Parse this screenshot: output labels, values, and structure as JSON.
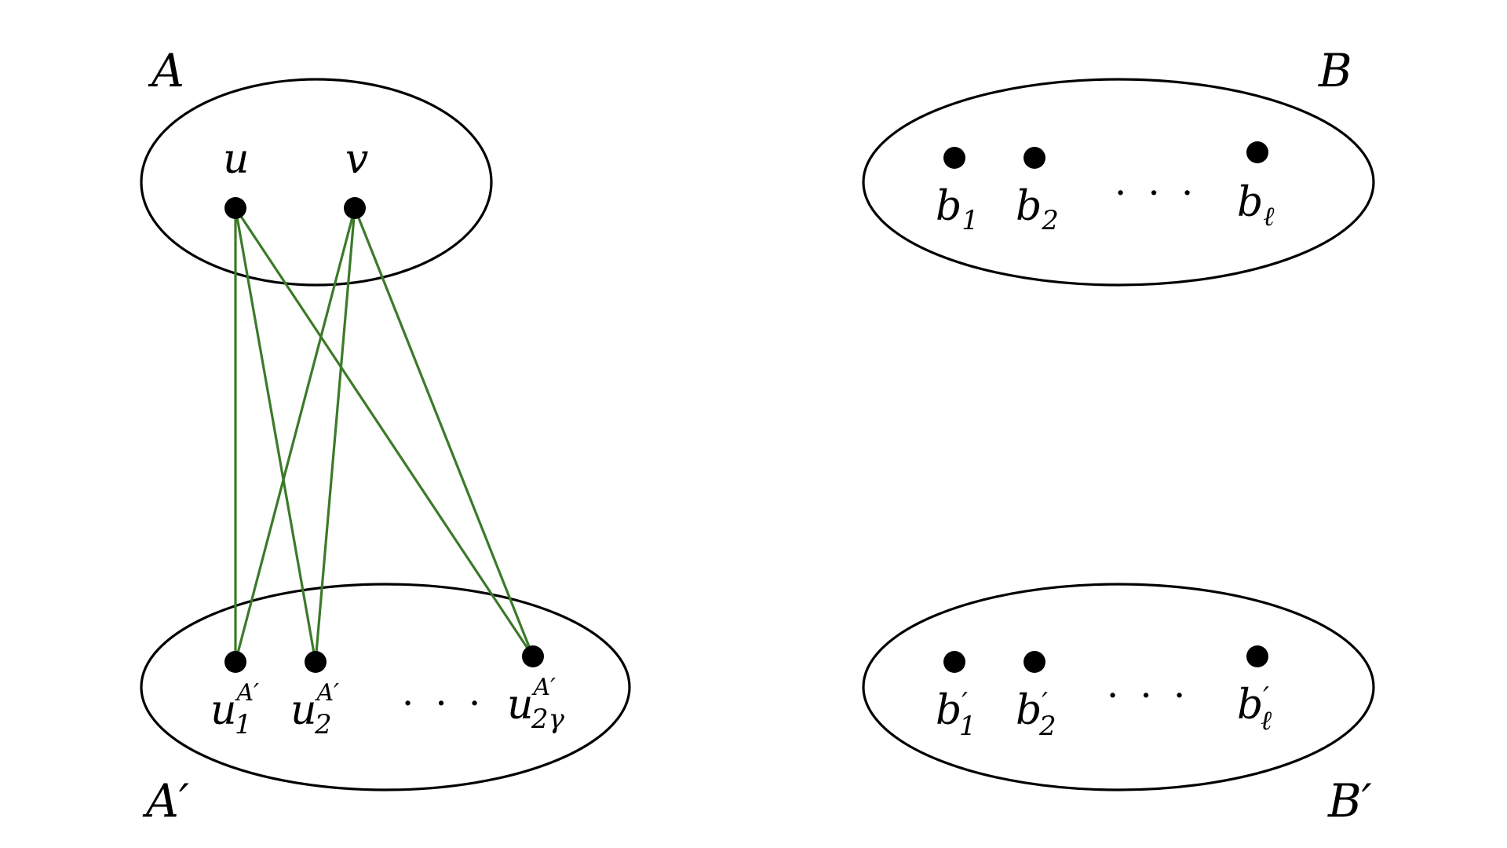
{
  "diagram": {
    "colors": {
      "edge": "#3c7a2a",
      "outline": "#000000",
      "vertex": "#000000"
    },
    "sets": {
      "A": {
        "label": "A"
      },
      "B": {
        "label": "B"
      },
      "A_prime": {
        "label": "A′"
      },
      "B_prime": {
        "label": "B′"
      }
    },
    "vertices": {
      "u": {
        "label": "u"
      },
      "v": {
        "label": "v"
      },
      "u1": {
        "base": "u",
        "sup": "A′",
        "sub": "1"
      },
      "u2": {
        "base": "u",
        "sup": "A′",
        "sub": "2"
      },
      "u2g": {
        "base": "u",
        "sup": "A′",
        "sub": "2γ"
      },
      "b1": {
        "base": "b",
        "sub": "1"
      },
      "b2": {
        "base": "b",
        "sub": "2"
      },
      "bl": {
        "base": "b",
        "sub": "ℓ"
      },
      "b1p": {
        "base": "b",
        "prime": "′",
        "sub": "1"
      },
      "b2p": {
        "base": "b",
        "prime": "′",
        "sub": "2"
      },
      "blp": {
        "base": "b",
        "prime": "′",
        "sub": "ℓ"
      }
    },
    "ellipsis": "· · ·",
    "edges": [
      [
        "u",
        "u1"
      ],
      [
        "u",
        "u2"
      ],
      [
        "u",
        "u2g"
      ],
      [
        "v",
        "u1"
      ],
      [
        "v",
        "u2"
      ],
      [
        "v",
        "u2g"
      ]
    ]
  }
}
